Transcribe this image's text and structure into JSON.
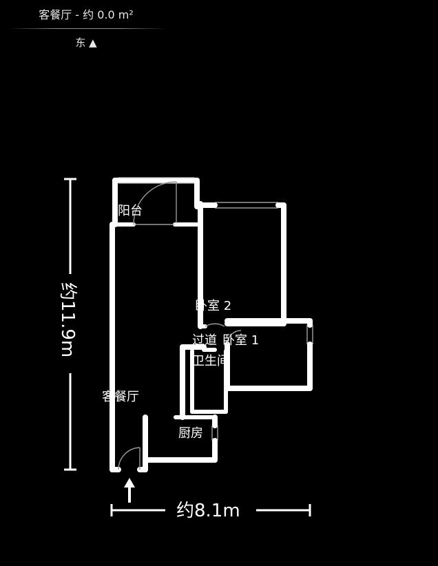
{
  "header": {
    "title": "客餐厅 - 约 0.0 m²",
    "direction": "东 ▲"
  },
  "rooms": {
    "balcony": "阳台",
    "bedroom2": "卧室 2",
    "corridor": "过道",
    "bedroom1": "卧室 1",
    "bathroom": "卫生间",
    "living_dining": "客餐厅",
    "kitchen": "厨房"
  },
  "dimensions": {
    "height": "约11.9m",
    "width": "约8.1m"
  },
  "colors": {
    "background": "#000000",
    "wall": "#ffffff",
    "door": "#9a9a9a"
  },
  "icons": {
    "entrance": "up-arrow-icon"
  }
}
